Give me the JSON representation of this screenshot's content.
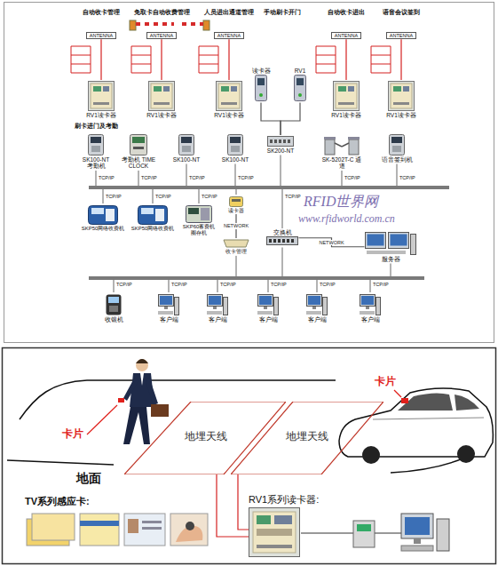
{
  "diagram": {
    "nodes": [
      {
        "text": [
          "ANTENNA"
        ]
      },
      {
        "text": [
          "ANTENNA"
        ]
      },
      {
        "text": [
          "ANTENNA"
        ]
      },
      {
        "text": [
          "ANTENNA"
        ]
      },
      {
        "text": [
          "ANTENNA"
        ]
      },
      {
        "text": [
          "读卡器"
        ]
      },
      {
        "text": [
          "RV1"
        ]
      },
      {
        "text": [
          "RV1读卡器"
        ]
      },
      {
        "text": [
          "RV1读卡器"
        ]
      },
      {
        "text": [
          "RV1读卡器"
        ]
      },
      {
        "text": [
          "RV1读卡器"
        ]
      },
      {
        "text": [
          "RV1读卡器"
        ]
      },
      {
        "text": [
          "SK100-NT 考勤机"
        ]
      },
      {
        "text": [
          "考勤机 TIME CLOCK"
        ]
      },
      {
        "text": [
          "SK100-NT"
        ]
      },
      {
        "text": [
          "SK100-NT"
        ]
      },
      {
        "text": [
          "SK200-NT"
        ]
      },
      {
        "text": [
          "SK-5202T-C 通道"
        ]
      },
      {
        "text": [
          "语音签到机"
        ]
      },
      {
        "text": [
          "SKP50网络收费机"
        ]
      },
      {
        "text": [
          "SKP50网络收费机"
        ]
      },
      {
        "text": [
          "SKP60蓄费机 圈存机"
        ]
      },
      {
        "text": [
          "读卡器"
        ]
      },
      {
        "text": [
          "收卡管理"
        ]
      },
      {
        "text": [
          "交换机"
        ]
      },
      {
        "text": [
          "服务器"
        ]
      },
      {
        "text": [
          "收银机"
        ]
      },
      {
        "text": [
          "客户端"
        ]
      },
      {
        "text": [
          "客户端"
        ]
      },
      {
        "text": [
          "客户端"
        ]
      },
      {
        "text": [
          "客户端"
        ]
      },
      {
        "text": [
          "客户端"
        ]
      },
      {
        "text": [
          "地埋天线"
        ]
      },
      {
        "text": [
          "地埋天线"
        ]
      },
      {
        "text": [
          "RV1系列读卡器:"
        ]
      }
    ],
    "edges": [
      {
        "from": 0,
        "to": 7,
        "arrow": "none"
      },
      {
        "from": 1,
        "to": 8,
        "arrow": "none"
      },
      {
        "from": 2,
        "to": 9,
        "arrow": "none"
      },
      {
        "from": 3,
        "to": 10,
        "arrow": "none"
      },
      {
        "from": 4,
        "to": 11,
        "arrow": "none"
      },
      {
        "from": 5,
        "to": 16,
        "arrow": "none"
      },
      {
        "from": 6,
        "to": 16,
        "arrow": "none"
      },
      {
        "from": 22,
        "to": 23,
        "label": "NETWORK",
        "arrow": "none"
      },
      {
        "from": 24,
        "to": 25,
        "label": "NETWORK",
        "arrow": "none"
      },
      {
        "from": 32,
        "to": 34,
        "arrow": "none"
      },
      {
        "from": 33,
        "to": 34,
        "arrow": "none"
      }
    ],
    "labels": [
      "自动收卡管理",
      "免取卡自动收费管理",
      "人员进出通道管理",
      "手动刷卡开门",
      "自动收卡进出",
      "语音会议签到",
      "刷卡进门及考勤",
      "TCP/IP",
      "TCP/IP",
      "TCP/IP",
      "TCP/IP",
      "TCP/IP",
      "TCP/IP",
      "TCP/IP",
      "TCP/IP",
      "TCP/IP",
      "TCP/IP",
      "RFID世界网",
      "www.rfidworld.com.cn",
      "TCP/IP",
      "TCP/IP",
      "TCP/IP",
      "TCP/IP",
      "TCP/IP",
      "TCP/IP",
      "卡片",
      "卡片",
      "地面",
      "TV系列感应卡:"
    ]
  }
}
